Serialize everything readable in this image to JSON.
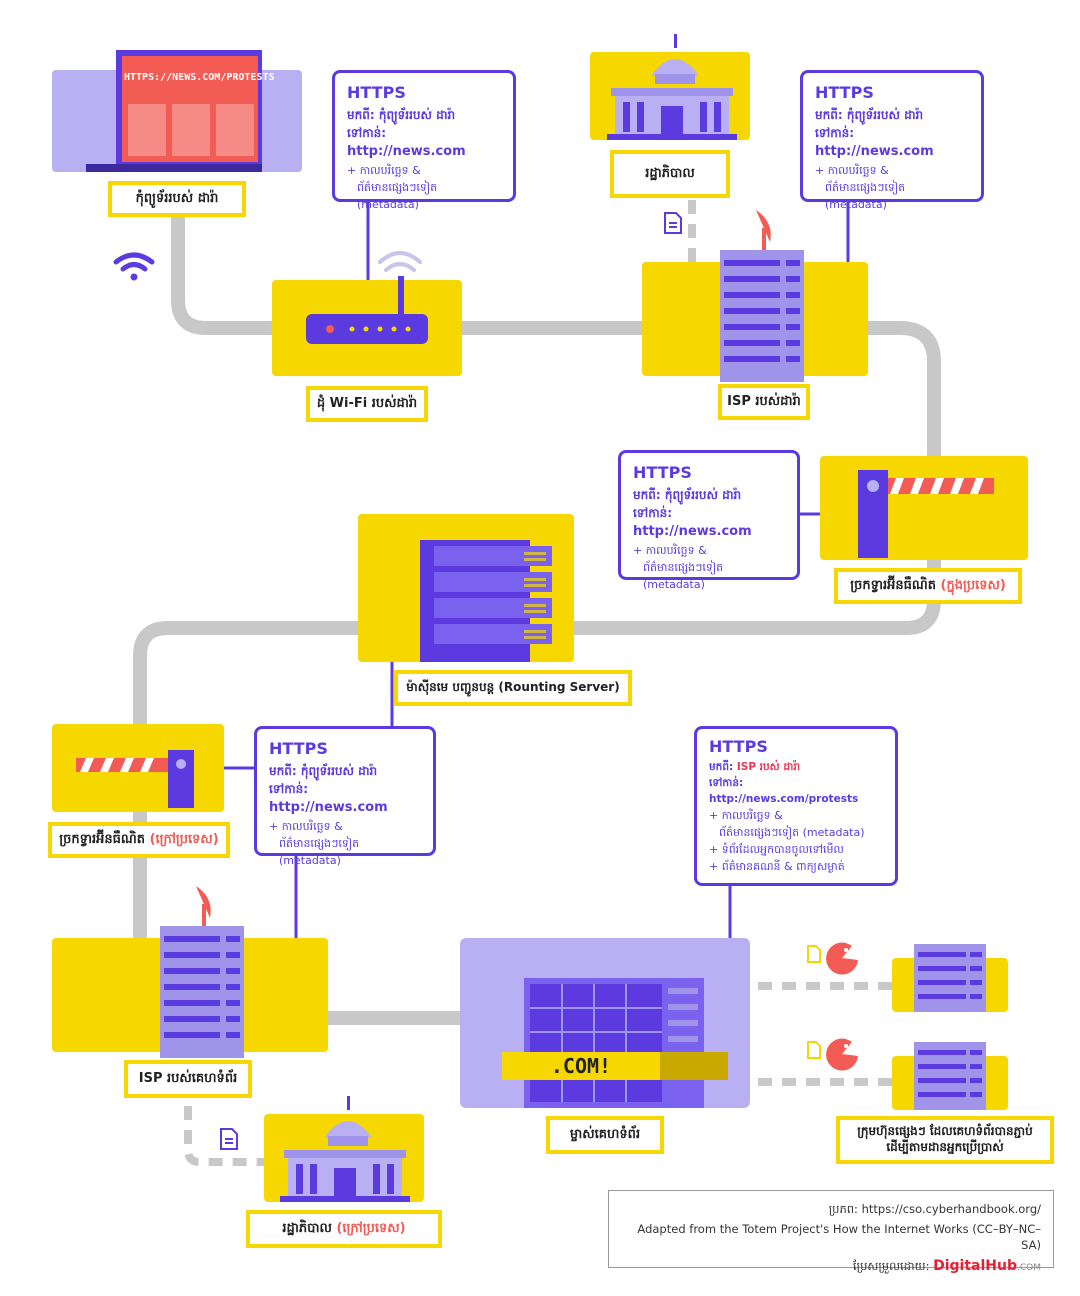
{
  "colors": {
    "accent_yellow": "#f7d700",
    "accent_purple": "#5b3ae0",
    "lavender": "#b9b0f3",
    "route_gray": "#c8c8c8",
    "alert_red": "#f25c54"
  },
  "laptop": {
    "screen_url": "HTTPS://NEWS.COM/PROTESTS",
    "label": "កុំព្យូទ័ររបស់ ដារ៉ា"
  },
  "router": {
    "label": "ដុំ Wi-Fi របស់ដារ៉ា"
  },
  "isp_home": {
    "label": "ISP របស់ដារ៉ា"
  },
  "gov_home": {
    "label": "រដ្ឋាភិបាល"
  },
  "gateway_in": {
    "label_main": "ច្រកទ្វារអ៊ីនធឺណិត",
    "label_tag": "(ក្នុងប្រទេស)"
  },
  "routing_server": {
    "label": "ម៉ាស៊ីនមេ បញ្ជូនបន្ត (Rounting Server)"
  },
  "gateway_out": {
    "label_main": "ច្រកទ្វារអ៊ីនធឺណិត",
    "label_tag": "(ក្រៅប្រទេស)"
  },
  "isp_site": {
    "label": "ISP របស់គេហទំព័រ"
  },
  "gov_abroad": {
    "label_main": "រដ្ឋាភិបាល",
    "label_tag": "(ក្រៅប្រទេស)"
  },
  "site_owner": {
    "sign": ".COM!",
    "label": "ម្ចាស់គេហទំព័រ"
  },
  "trackers": {
    "label": "ក្រុមហ៊ុនផ្សេងៗ ដែលគេហទំព័របានភ្ជាប់ ដើម្បីតាមដានអ្នកប្រើប្រាស់"
  },
  "info_router": {
    "title": "HTTPS",
    "from_key": "មកពី:",
    "from_val": "កុំព្យូទ័ររបស់ ដារ៉ា",
    "to_key": "ទៅកាន់:",
    "to_val": "http://news.com",
    "extra1": "+ កាលបរិច្ឆេទ &",
    "extra2": "ព័ត៌មានផ្សេងៗទៀត (metadata)"
  },
  "info_isp": {
    "title": "HTTPS",
    "from_key": "មកពី:",
    "from_val": "កុំព្យូទ័ររបស់ ដារ៉ា",
    "to_key": "ទៅកាន់:",
    "to_val": "http://news.com",
    "extra1": "+ កាលបរិច្ឆេទ &",
    "extra2": "ព័ត៌មានផ្សេងៗទៀត (metadata)"
  },
  "info_gateway_in": {
    "title": "HTTPS",
    "from_key": "មកពី:",
    "from_val": "កុំព្យូទ័ររបស់ ដារ៉ា",
    "to_key": "ទៅកាន់:",
    "to_val": "http://news.com",
    "extra1": "+ កាលបរិច្ឆេទ &",
    "extra2": "ព័ត៌មានផ្សេងៗទៀត (metadata)"
  },
  "info_gateway_out": {
    "title": "HTTPS",
    "from_key": "មកពី:",
    "from_val": "កុំព្យូទ័ររបស់ ដារ៉ា",
    "to_key": "ទៅកាន់:",
    "to_val": "http://news.com",
    "extra1": "+ កាលបរិច្ឆេទ &",
    "extra2": "ព័ត៌មានផ្សេងៗទៀត (metadata)"
  },
  "info_site": {
    "title": "HTTPS",
    "from_key": "មកពី:",
    "from_val": "ISP របស់ ដារ៉ា",
    "to_key": "ទៅកាន់:",
    "to_val": "http://news.com/protests",
    "extra1": "+ កាលបរិច្ឆេទ &",
    "extra2": "ព័ត៌មានផ្សេងៗទៀត (metadata)",
    "extra3": "+ ទំព័រដែលអ្នកបានចូលទៅមើល",
    "extra4": "+ ព័ត៌មានគណនី & ពាក្យសម្ងាត់"
  },
  "credit": {
    "source": "ប្រភព: https://cso.cyberhandbook.org/",
    "adapted": "Adapted from the Totem Project's How the Internet Works (CC–BY–NC–SA)",
    "edited_by": "ប្រែសម្រួលដោយ:",
    "brand_red": "DigitalHub",
    "brand_suffix": ".COM"
  }
}
